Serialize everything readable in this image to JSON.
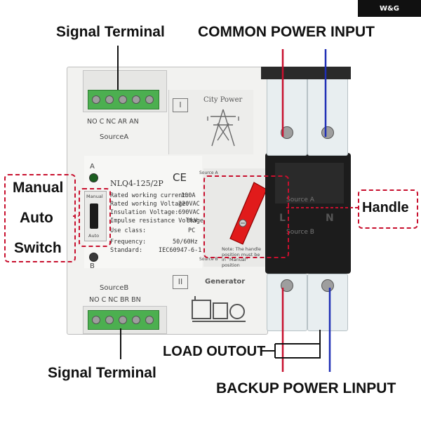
{
  "brand": "W&G",
  "labels": {
    "signal_terminal_top": "Signal Terminal",
    "common_power_input": "COMMON POWER INPUT",
    "manual": "Manual",
    "auto": "Auto",
    "switch": "Switch",
    "handle": "Handle",
    "load_output": "LOAD OUTOUT",
    "signal_terminal_bottom": "Signal Terminal",
    "backup_power_input": "BACKUP POWER LINPUT"
  },
  "device": {
    "top_terminal_codes": "NO C NC AR AN",
    "source_a": "SourceA",
    "roman_one": "I",
    "city_power": "City Power",
    "indicator_a": "A",
    "indicator_b": "B",
    "model": "NLQ4-125/2P",
    "ce": "CE",
    "manual_small": "Manual",
    "auto_small": "Auto",
    "specs": [
      {
        "name": "Rated working current:",
        "value": "100A"
      },
      {
        "name": "Rated working Voltage:",
        "value": "220VAC"
      },
      {
        "name": "Insulation Voltage:",
        "value": "690VAC"
      },
      {
        "name": "Impulse resistance Voltage:",
        "value": "8kV"
      },
      {
        "name": "Use class:",
        "value": "PC"
      },
      {
        "name": "Frequency:",
        "value": "50/60Hz"
      },
      {
        "name": "Standard:",
        "value": "IEC60947-6-1"
      }
    ],
    "source_a_mark": "Source A",
    "source_b_mark": "Source B",
    "note": "Note: The handle position must be in \"Manual\" position",
    "source_a_right": "Source A",
    "source_b_right": "Source B",
    "l_mark": "L",
    "n_mark": "N",
    "roman_two": "II",
    "generator": "Generator",
    "source_b": "SourceB",
    "bottom_terminal_codes": "NO C NC BR BN"
  },
  "colors": {
    "annotation_red": "#c8102e",
    "live_wire": "#c8102e",
    "neutral_wire": "#1f2fb5",
    "handle": "#e11b1b",
    "terminal_green": "#4caf50"
  }
}
